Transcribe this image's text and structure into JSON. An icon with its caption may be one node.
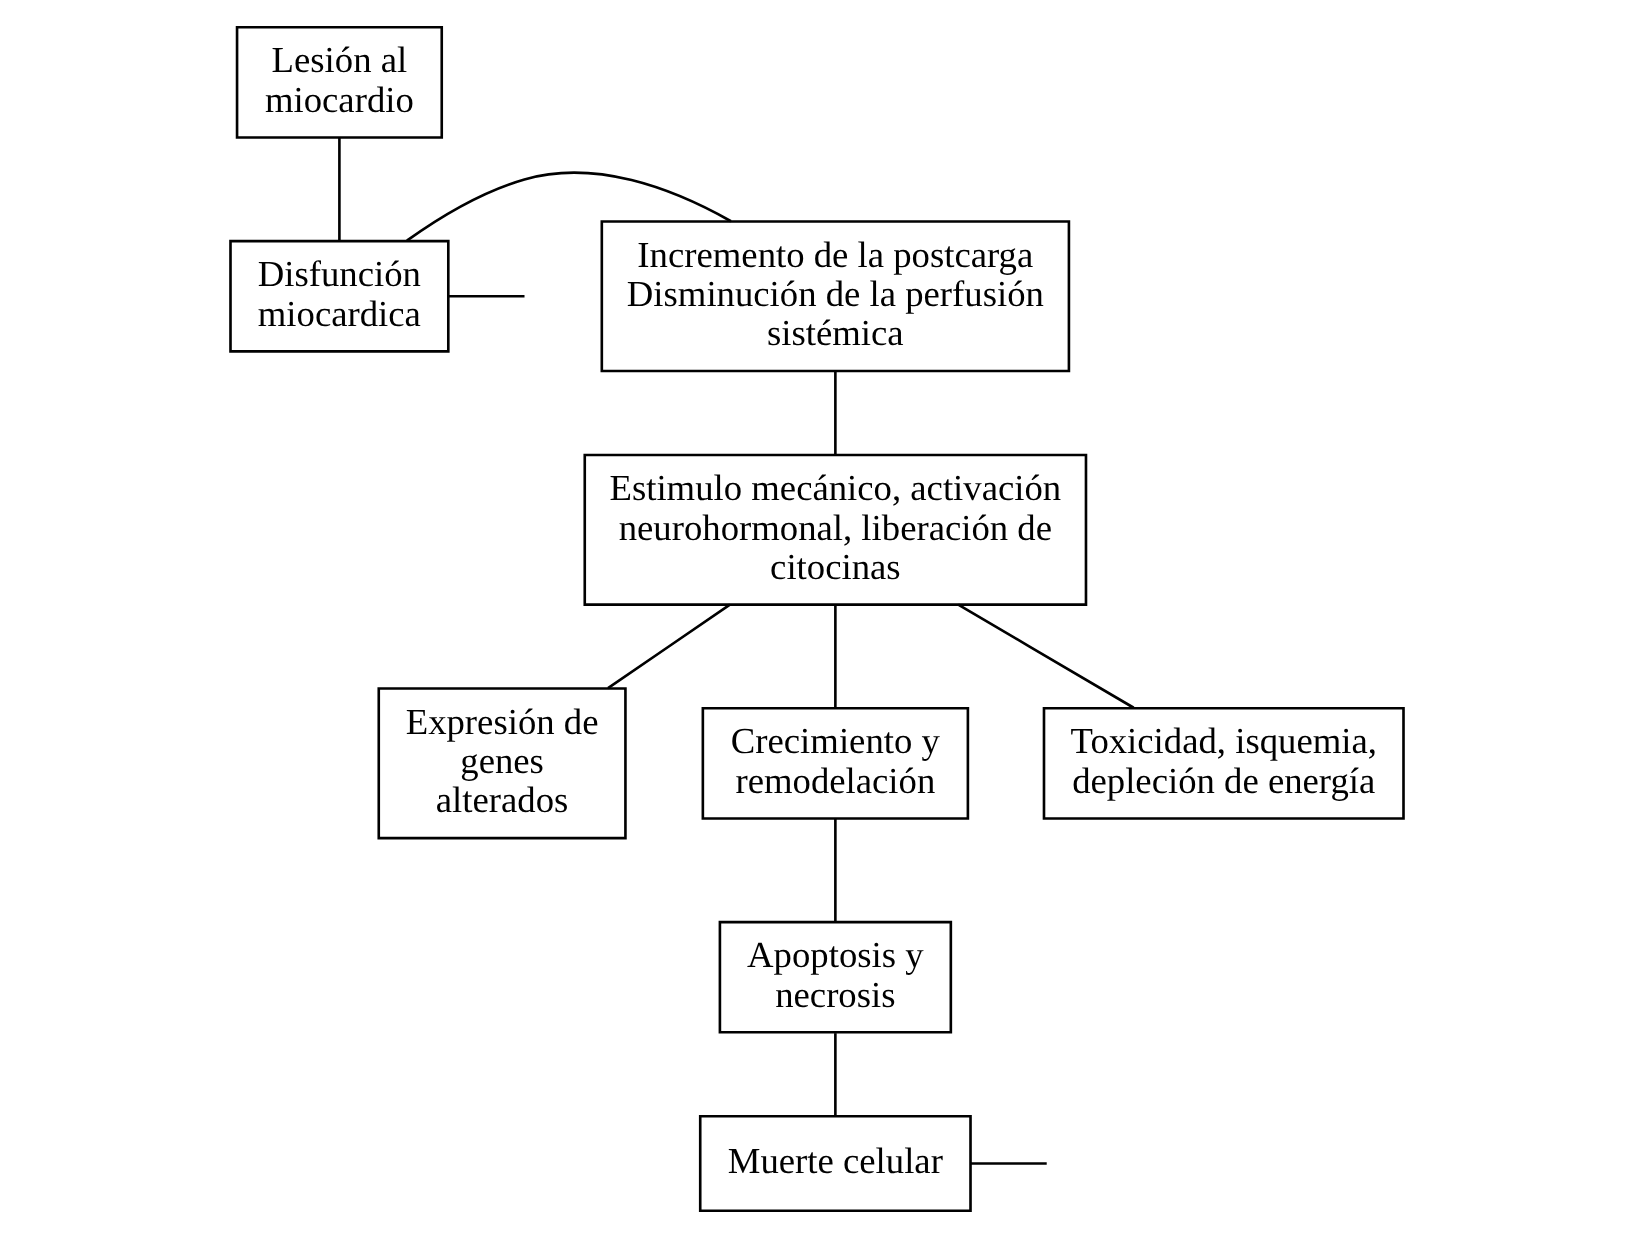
{
  "diagram": {
    "nodes": [
      {
        "text": [
          "Lesión al miocardio"
        ]
      },
      {
        "text": [
          "Disfunción miocardica"
        ]
      },
      {
        "text": [
          "Incremento de la postcarga Disminución de la perfusión sistémica"
        ]
      },
      {
        "text": [
          "Estimulo mecánico, activación neurohormonal, liberación de citocinas"
        ]
      },
      {
        "text": [
          "Expresión de genes alterados"
        ]
      },
      {
        "text": [
          "Crecimiento y remodelación"
        ]
      },
      {
        "text": [
          "Toxicidad, isquemia, depleción de energía"
        ]
      },
      {
        "text": [
          "Apoptosis y necrosis"
        ]
      },
      {
        "text": [
          "Muerte celular"
        ]
      }
    ],
    "edges": [
      {
        "from": 0,
        "to": 1,
        "arrow": "none"
      },
      {
        "from": 1,
        "to": 2,
        "arrow": "none"
      },
      {
        "from": 1,
        "to": null,
        "arrow": "none"
      },
      {
        "from": 2,
        "to": 3,
        "arrow": "none"
      },
      {
        "from": 3,
        "to": 4,
        "arrow": "none"
      },
      {
        "from": 3,
        "to": 5,
        "arrow": "none"
      },
      {
        "from": 3,
        "to": 6,
        "arrow": "none"
      },
      {
        "from": 5,
        "to": 7,
        "arrow": "none"
      },
      {
        "from": 7,
        "to": 8,
        "arrow": "none"
      },
      {
        "from": 8,
        "to": null,
        "arrow": "none"
      }
    ]
  }
}
